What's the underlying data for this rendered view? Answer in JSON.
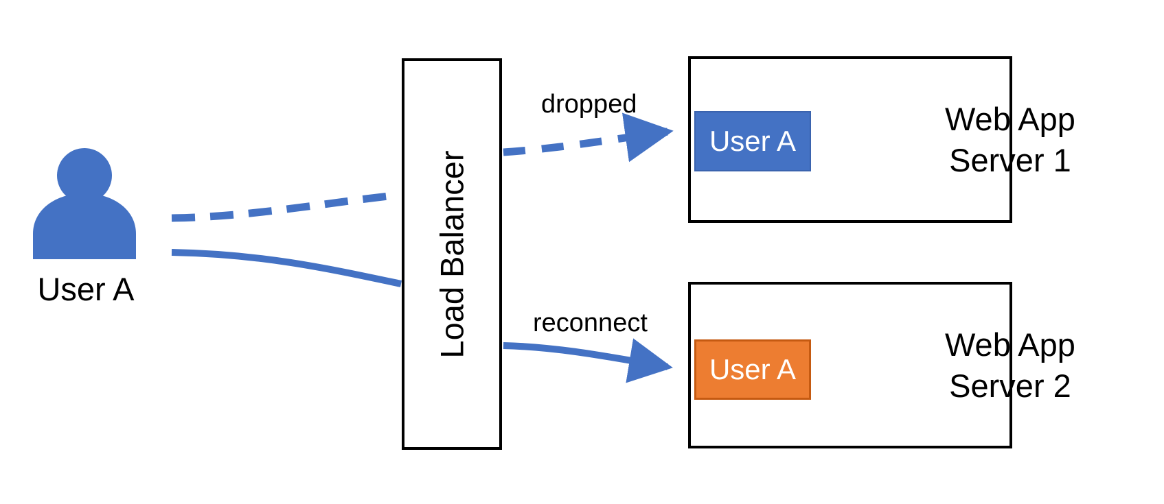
{
  "diagram": {
    "title": "Load balancer session reconnect",
    "colors": {
      "accent_blue": "#4472c4",
      "accent_orange": "#ed7d31",
      "stroke_black": "#000000",
      "background": "#ffffff"
    },
    "actor": {
      "icon": "user-person-icon",
      "label": "User A"
    },
    "load_balancer": {
      "label": "Load Balancer"
    },
    "servers": [
      {
        "id": "server-1",
        "title_line1": "Web App",
        "title_line2": "Server 1",
        "session_label": "User A",
        "session_color": "#4472c4"
      },
      {
        "id": "server-2",
        "title_line1": "Web App",
        "title_line2": "Server 2",
        "session_label": "User A",
        "session_color": "#ed7d31"
      }
    ],
    "edges": [
      {
        "id": "edge-dropped",
        "label": "dropped",
        "style": "dashed",
        "color": "#4472c4",
        "from": "load-balancer",
        "to": "server-1"
      },
      {
        "id": "edge-reconnect",
        "label": "reconnect",
        "style": "solid",
        "color": "#4472c4",
        "from": "load-balancer",
        "to": "server-2"
      },
      {
        "id": "edge-user-dropped",
        "label": "",
        "style": "dashed",
        "color": "#4472c4",
        "from": "user-a",
        "to": "load-balancer"
      },
      {
        "id": "edge-user-active",
        "label": "",
        "style": "solid",
        "color": "#4472c4",
        "from": "user-a",
        "to": "load-balancer"
      }
    ]
  }
}
